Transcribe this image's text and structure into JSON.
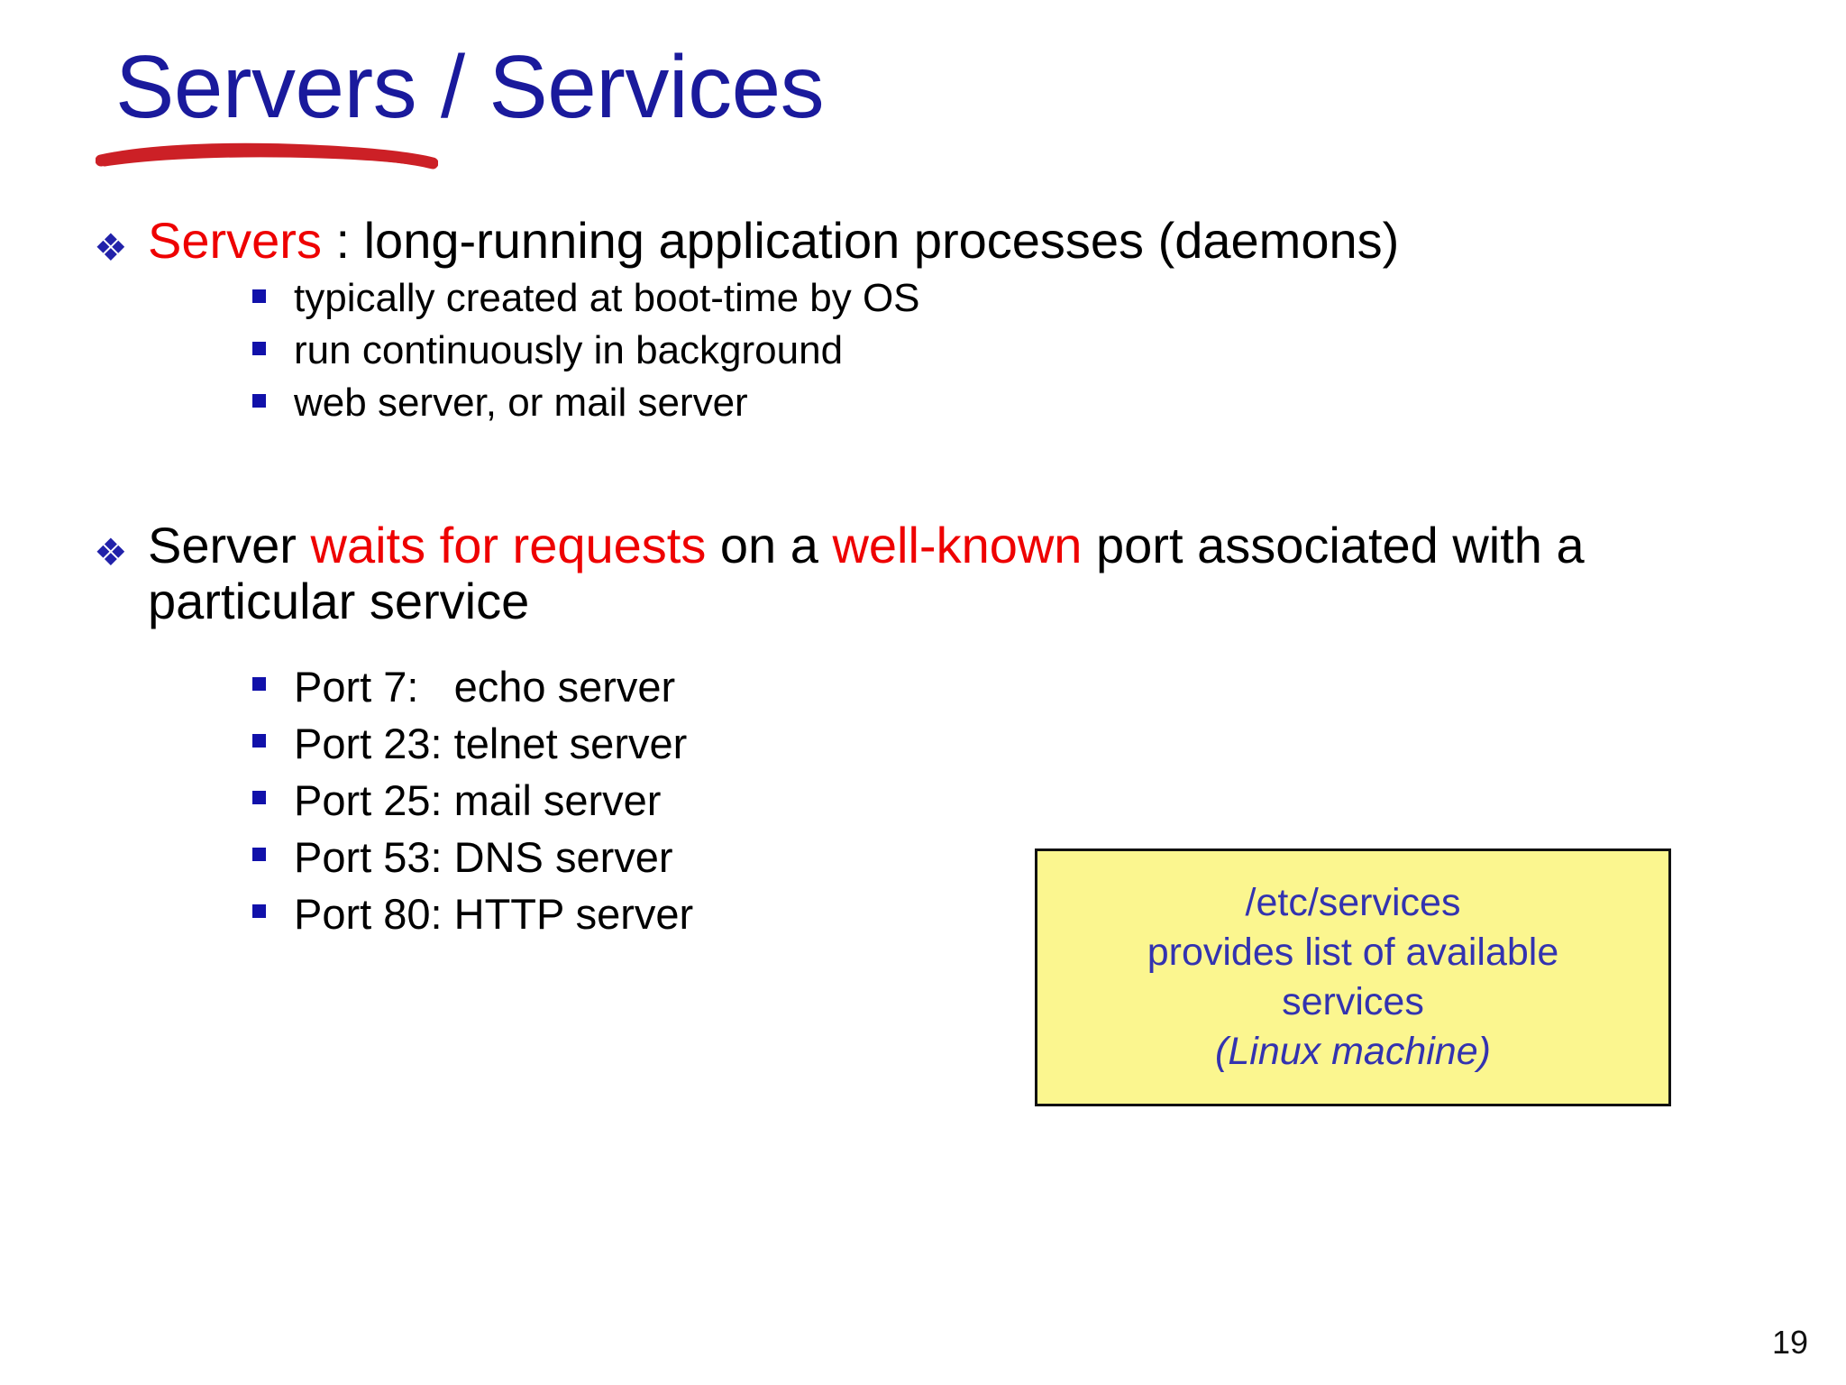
{
  "slide": {
    "title": "Servers / Services",
    "page_number": "19",
    "title_color": "#1a1a9c",
    "underline_color": "#cc2026",
    "accent_red": "#ee0000",
    "bullet_blue": "#2222aa",
    "callout_bg": "#fbf68f",
    "callout_text_color": "#3333b0"
  },
  "bullets": [
    {
      "icon": "diamond-bullet",
      "segments": [
        {
          "text": "Servers",
          "color": "red"
        },
        {
          "text": " : long-running application processes (daemons)",
          "color": "black"
        }
      ],
      "sub_items": [
        "typically created at boot-time by OS",
        "run continuously in background",
        "web server, or mail server"
      ]
    },
    {
      "icon": "diamond-bullet",
      "segments": [
        {
          "text": "Server ",
          "color": "black"
        },
        {
          "text": "waits for requests",
          "color": "red"
        },
        {
          "text": " on a ",
          "color": "black"
        },
        {
          "text": "well-known",
          "color": "red"
        },
        {
          "text": " port associated with a particular service",
          "color": "black"
        }
      ],
      "sub_items": [
        "Port 7:   echo server",
        "Port 23: telnet server",
        "Port 25: mail server",
        "Port 53: DNS server",
        "Port 80: HTTP server"
      ]
    }
  ],
  "callout": {
    "lines": [
      "/etc/services",
      "provides list of available",
      "services"
    ],
    "italic_line": "(Linux machine)"
  },
  "icons": {
    "diamond": "❖",
    "square": "square-bullet"
  }
}
